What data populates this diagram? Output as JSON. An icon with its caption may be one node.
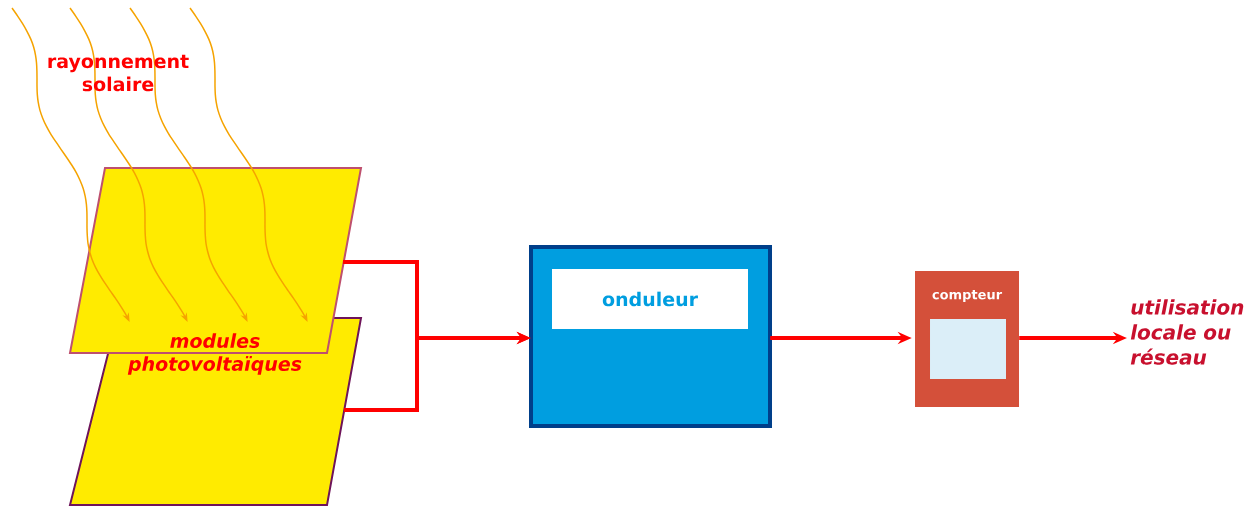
{
  "diagram": {
    "nodes": [
      {
        "text": [],
        "shape": "parallelogram"
      },
      {
        "text": [],
        "shape": "parallelogram"
      },
      {
        "text": [
          "onduleur"
        ]
      },
      {
        "text": [
          "compteur"
        ]
      },
      {
        "text": [
          "utilisation locale ou réseau"
        ]
      }
    ],
    "edges": [
      {
        "from": null,
        "to": 0,
        "arrow": "to",
        "color": "#f5a300"
      },
      {
        "from": null,
        "to": 0,
        "arrow": "to",
        "color": "#f5a300"
      },
      {
        "from": null,
        "to": 0,
        "arrow": "to",
        "color": "#f5a300"
      },
      {
        "from": null,
        "to": 0,
        "arrow": "to",
        "color": "#f5a300"
      },
      {
        "from": 0,
        "to": 2,
        "arrow": "to",
        "style": "thick",
        "color": "#ff0000"
      },
      {
        "from": 1,
        "to": 2,
        "arrow": "to",
        "style": "thick",
        "color": "#ff0000"
      },
      {
        "from": 2,
        "to": 3,
        "arrow": "to",
        "style": "thick",
        "color": "#ff0000"
      },
      {
        "from": 3,
        "to": 4,
        "arrow": "to",
        "style": "thick",
        "color": "#ff0000"
      }
    ],
    "labels": [
      "rayonnement solaire",
      "modules photovoltaïques"
    ]
  }
}
